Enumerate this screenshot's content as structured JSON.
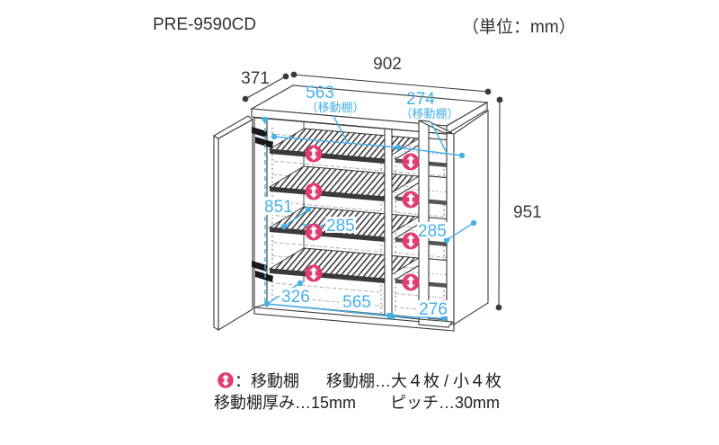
{
  "header": {
    "model": "PRE-9590CD",
    "unit": "（単位：mm）"
  },
  "dims": {
    "depth": "371",
    "width": "902",
    "height": "951",
    "shelf_left": "563",
    "shelf_left_note": "（移動棚）",
    "shelf_right": "274",
    "shelf_right_note": "（移動棚）",
    "inner_height": "851",
    "gap_left": "285",
    "gap_right": "285",
    "inner_depth": "326",
    "inner_width_left": "565",
    "inner_width_right": "276"
  },
  "legend": {
    "icon_label": "：移動棚",
    "shelves_count": "移動棚…大４枚 / 小４枚",
    "thickness": "移動棚厚み…15mm",
    "pitch": "ピッチ…30mm"
  },
  "colors": {
    "blue": "#45b0e8",
    "pink": "#e23a72",
    "line": "#3a3a3a"
  },
  "icons": {
    "move_shelf": "updown-arrow"
  }
}
